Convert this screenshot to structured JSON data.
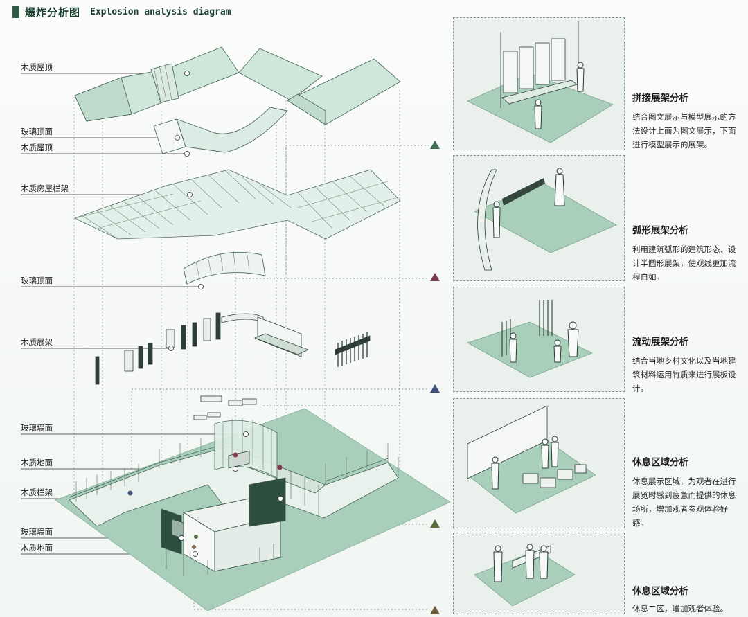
{
  "header": {
    "title_cn": "爆炸分析图",
    "title_en": "Explosion analysis diagram"
  },
  "labels": [
    "木质屋顶",
    "玻璃顶面",
    "木质屋顶",
    "木质房屋栏架",
    "玻璃顶面",
    "木质展架",
    "玻璃墙面",
    "木质地面",
    "木质栏架",
    "玻璃墙面",
    "木质地面"
  ],
  "sections": [
    {
      "title": "拼接展架分析",
      "desc": "结合图文展示与模型展示的方法设计上面为图文展示，下面进行模型展示的展架。",
      "marker_color": "#3d6a52"
    },
    {
      "title": "弧形展架分析",
      "desc": "利用建筑弧形的建筑形态、设计半圆形展架，使观线更加流程自如。",
      "marker_color": "#7a3a4e"
    },
    {
      "title": "流动展架分析",
      "desc": "结合当地乡村文化以及当地建筑材料运用竹质来进行展板设计。",
      "marker_color": "#3c4d78"
    },
    {
      "title": "休息区域分析",
      "desc": "休息展示区域，为观者在进行展览时感到疲惫而提供的休息场所，增加观者参观体验好感。",
      "marker_color": "#586c3c"
    },
    {
      "title": "休息区域分析",
      "desc": "休息二区，增加观者体验。",
      "marker_color": "#6a5a3c"
    }
  ],
  "colors": {
    "accent": "#2f5a45",
    "roof_fill": "#cfe6da",
    "base_fill": "#9fc8b2",
    "line": "#5a7a6a"
  }
}
